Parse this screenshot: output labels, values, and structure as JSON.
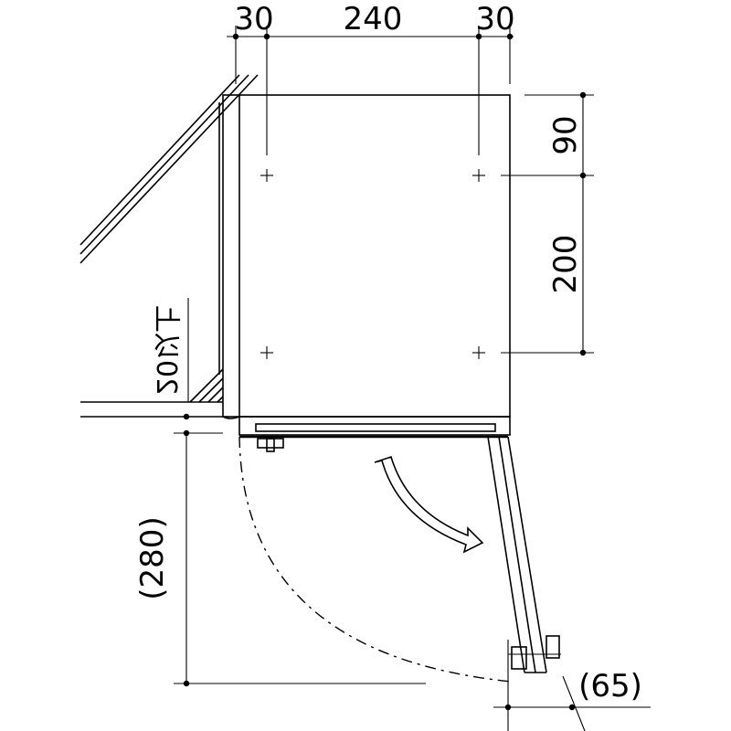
{
  "dimensions": {
    "top_left_margin": "30",
    "top_width": "240",
    "top_right_margin": "30",
    "right_upper": "90",
    "right_lower": "200",
    "left_swing": "(280)",
    "bottom_offset": "(65)",
    "wall_note": "20以上"
  },
  "colors": {
    "ink": "#000000",
    "background": "#ffffff"
  }
}
